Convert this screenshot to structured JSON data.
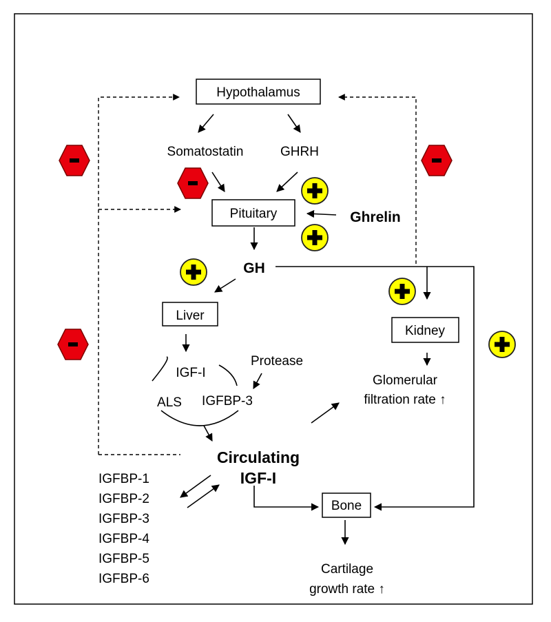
{
  "nodes": {
    "hypothalamus": "Hypothalamus",
    "somatostatin": "Somatostatin",
    "ghrh": "GHRH",
    "pituitary": "Pituitary",
    "ghrelin": "Ghrelin",
    "gh": "GH",
    "liver": "Liver",
    "kidney": "Kidney",
    "igf1": "IGF-I",
    "protease": "Protease",
    "als": "ALS",
    "igfbp3": "IGFBP-3",
    "gfr_line1": "Glomerular",
    "gfr_line2": "filtration rate ↑",
    "circulating_line1": "Circulating",
    "circulating_line2": "IGF-I",
    "bone": "Bone",
    "cartilage_line1": "Cartilage",
    "cartilage_line2": "growth rate ↑"
  },
  "igfbp_list": [
    "IGFBP-1",
    "IGFBP-2",
    "IGFBP-3",
    "IGFBP-4",
    "IGFBP-5",
    "IGFBP-6"
  ],
  "symbols": {
    "inhibit": "-",
    "stimulate": "+"
  },
  "colors": {
    "inhibit_fill": "#e8000d",
    "stimulate_fill": "#ffff00"
  }
}
